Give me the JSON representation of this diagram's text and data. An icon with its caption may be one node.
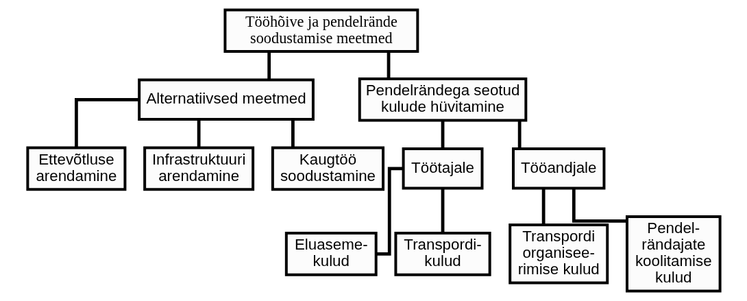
{
  "diagram": {
    "nodes": [
      {
        "text": [
          "Tööhõive ja pendelrände soodustamise meetmed"
        ]
      },
      {
        "text": [
          "Alternatiivsed meetmed"
        ]
      },
      {
        "text": [
          "Pendelrändega seotud kulude hüvitamine"
        ]
      },
      {
        "text": [
          "Ettevõtluse arendamine"
        ]
      },
      {
        "text": [
          "Infrastruktuuri arendamine"
        ]
      },
      {
        "text": [
          "Kaugtöö soodustamine"
        ]
      },
      {
        "text": [
          "Töötajale"
        ]
      },
      {
        "text": [
          "Tööandjale"
        ]
      },
      {
        "text": [
          "Eluaseme- kulud"
        ]
      },
      {
        "text": [
          "Transpordi- kulud"
        ]
      },
      {
        "text": [
          "Transpordi organisee- rimise kulud"
        ]
      },
      {
        "text": [
          "Pendel- rändajate koolitamise kulud"
        ]
      }
    ],
    "edges": [
      {
        "from": 0,
        "to": 1,
        "arrow": "none"
      },
      {
        "from": 0,
        "to": 2,
        "arrow": "none"
      },
      {
        "from": 1,
        "to": 3,
        "arrow": "none"
      },
      {
        "from": 1,
        "to": 4,
        "arrow": "none"
      },
      {
        "from": 1,
        "to": 5,
        "arrow": "none"
      },
      {
        "from": 2,
        "to": 6,
        "arrow": "none"
      },
      {
        "from": 2,
        "to": 7,
        "arrow": "none"
      },
      {
        "from": 6,
        "to": 8,
        "arrow": "none"
      },
      {
        "from": 6,
        "to": 9,
        "arrow": "none"
      },
      {
        "from": 7,
        "to": 10,
        "arrow": "none"
      },
      {
        "from": 7,
        "to": 11,
        "arrow": "none"
      }
    ]
  }
}
